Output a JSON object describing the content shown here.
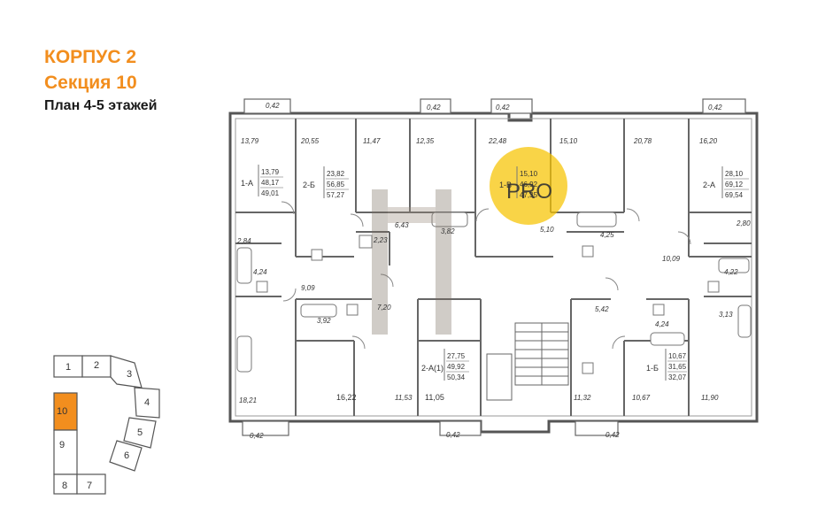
{
  "header": {
    "building": "КОРПУС 2",
    "section": "Секция 10",
    "plan": "План 4-5 этажей"
  },
  "balcony_area": "0,42",
  "rooms": {
    "r1": "13,79",
    "r2": "20,55",
    "r3": "11,47",
    "r4": "12,35",
    "r5": "22,48",
    "r6": "15,10",
    "r7": "20,78",
    "r8": "16,20",
    "r9": "2,84",
    "r10": "4,24",
    "r11": "9,09",
    "r12": "6,43",
    "r13": "2,23",
    "r14": "3,82",
    "r15": "5,10",
    "r16": "4,25",
    "r17": "10,09",
    "r18": "2,80",
    "r19": "4,22",
    "r20": "7,20",
    "r21": "3,92",
    "r22": "5,42",
    "r23": "4,24",
    "r24": "3,13",
    "r25": "18,21",
    "r26": "16,22",
    "r27": "11,53",
    "r28": "11,05",
    "r29": "11,32",
    "r30": "10,67",
    "r31": "11,90"
  },
  "apartments": [
    {
      "label": "1-А",
      "values": [
        "13,79",
        "48,17",
        "49,01"
      ]
    },
    {
      "label": "2-Б",
      "values": [
        "23,82",
        "56,85",
        "57,27"
      ]
    },
    {
      "label": "1-В",
      "values": [
        "15,10",
        "46,92",
        "47,35"
      ]
    },
    {
      "label": "2-А",
      "values": [
        "28,10",
        "69,12",
        "69,54"
      ]
    },
    {
      "label": "2-А(1)",
      "values": [
        "27,75",
        "49,92",
        "50,34"
      ]
    },
    {
      "label": "1-Б",
      "values": [
        "10,67",
        "31,65",
        "32,07"
      ]
    }
  ],
  "watermark": "PRO",
  "mini_map": {
    "sections": [
      "1",
      "2",
      "3",
      "4",
      "5",
      "6",
      "7",
      "8",
      "9",
      "10"
    ],
    "active": "10",
    "active_color": "#f28e1e"
  }
}
